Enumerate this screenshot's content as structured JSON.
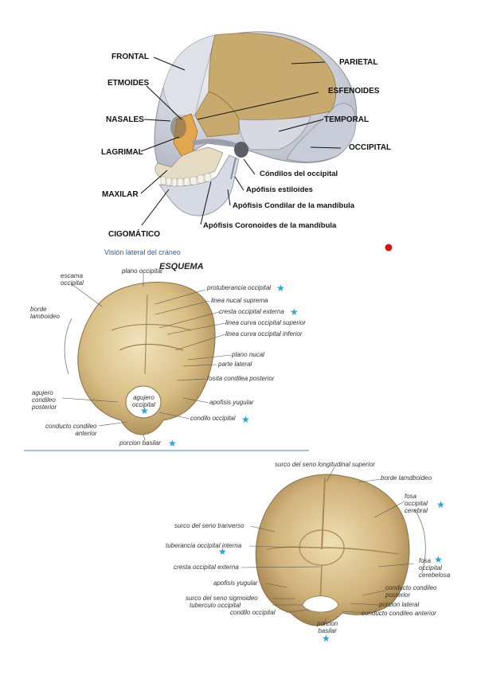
{
  "skull": {
    "labels_left": {
      "frontal": "FRONTAL",
      "etmoides": "ETMOIDES",
      "nasales": "NASALES",
      "lagrimal": "LAGRIMAL",
      "maxilar": "MAXILAR",
      "cigomatico": "CIGOMÁTICO"
    },
    "labels_right": {
      "parietal": "PARIETAL",
      "esfenoides": "ESFENOIDES",
      "temporal": "TEMPORAL",
      "occipital": "OCCIPITAL",
      "condilos": "Cóndilos del occipital",
      "estiloides": "Apófisis estiloides",
      "condilar": "Apófisis Condilar de la  mandíbula",
      "coronoides": "Apófisis Coronoides de la  mandíbula"
    },
    "caption": "Visión lateral del cráneo"
  },
  "external": {
    "title": "ESQUEMA",
    "labels": {
      "escama": "escama\noccipital",
      "plano": "plano occipital",
      "protuberancia": "protuberancia occipital",
      "nucal_suprema": "linea nucal suprema",
      "cresta": "cresta occipital externa",
      "curva_sup": "linea curva occipital superior",
      "curva_inf": "linea curva occipital inferior",
      "borde": "borde\nlamboideo",
      "plano_nucal": "plano nucal",
      "parte_lateral": "parte lateral",
      "fosita": "fosita condilea posterior",
      "agujero_condileo": "agujero\ncondileo\nposterior",
      "apofisis_yugular": "apofisis yugular",
      "agujero_occipital": "agujero\noccipital",
      "condilo": "condilo occipital",
      "conducto_anterior": "conducto condileo\nanterior",
      "porcion_basilar": "porcion basilar"
    }
  },
  "internal": {
    "labels": {
      "surco_longitudinal": "surco del seno longitudinal superior",
      "borde_lambdoideo": "borde lamdboideo",
      "fosa_cerebral": "fosa\noccipital\ncerebral",
      "surco_transverso": "surco del seno tranverso",
      "tuberancia": "tuberancia occipital interna",
      "fosa_cerebelosa": "fosa\noccipital\ncerebelosa",
      "cresta_interna": "cresta occipital externa",
      "conducto_posterior": "conducto condileo\nposterior",
      "apofisis_yugular": "apofisis yugular",
      "porcion_lateral": "porcion lateral",
      "surco_sigmoideo": "surco del seno sigmoideo",
      "tuberculo": "tuberculo occipital",
      "condilo": "condilo occipital",
      "conducto_anterior": "conducto condileo anterior",
      "porcion_basilar": "porcion\nbasilar"
    }
  },
  "colors": {
    "bone_highlight": "#c8a96e",
    "bone_light": "#e8d9b0",
    "skull_gray": "#d9dce3",
    "ethmoid_orange": "#e2a64c",
    "star": "#29a3dc",
    "marker_red": "#e01010",
    "divider": "#7fb6d9"
  },
  "icons": [
    "star-icon",
    "red-dot-marker"
  ]
}
